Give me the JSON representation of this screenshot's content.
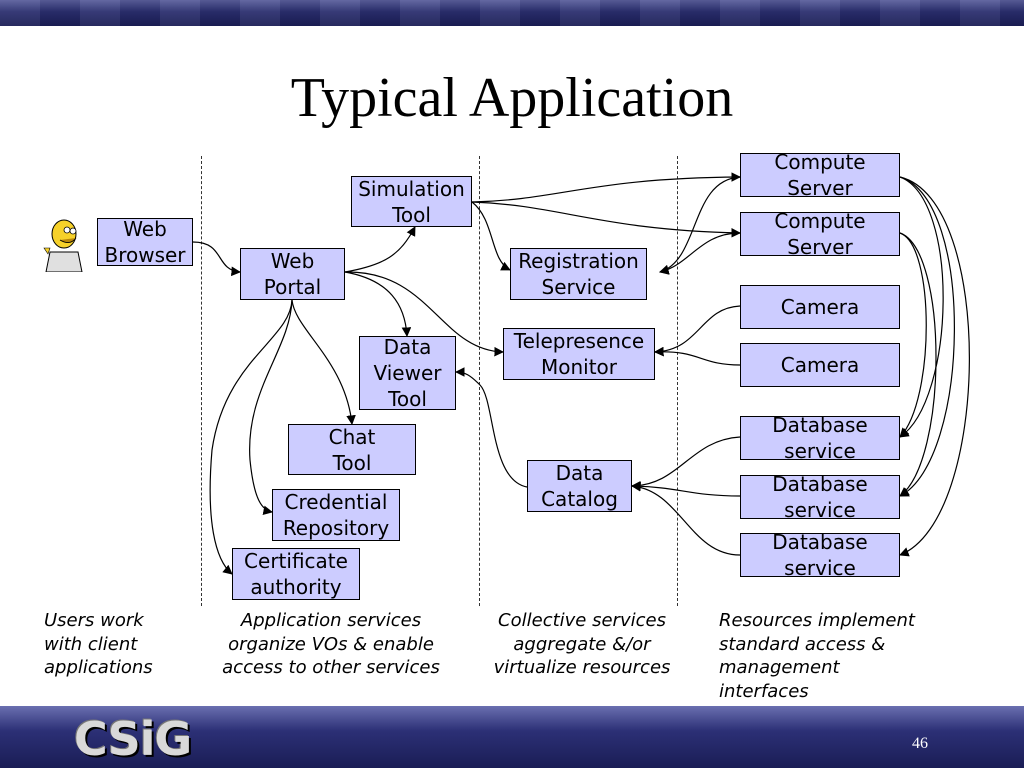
{
  "slide": {
    "title": "Typical Application",
    "page_number": "46",
    "logo_text": "CSiG"
  },
  "boxes": {
    "web_browser": [
      "Web",
      "Browser"
    ],
    "web_portal": [
      "Web",
      "Portal"
    ],
    "simulation_tool": [
      "Simulation",
      "Tool"
    ],
    "data_viewer_tool": [
      "Data",
      "Viewer",
      "Tool"
    ],
    "chat_tool": [
      "Chat",
      "Tool"
    ],
    "credential_repository": [
      "Credential",
      "Repository"
    ],
    "certificate_authority": [
      "Certificate",
      "authority"
    ],
    "registration_service": [
      "Registration",
      "Service"
    ],
    "telepresence_monitor": [
      "Telepresence",
      "Monitor"
    ],
    "data_catalog": [
      "Data",
      "Catalog"
    ],
    "compute_server_1": [
      "Compute",
      "Server"
    ],
    "compute_server_2": [
      "Compute",
      "Server"
    ],
    "camera_1": [
      "Camera"
    ],
    "camera_2": [
      "Camera"
    ],
    "database_service_1": [
      "Database",
      "service"
    ],
    "database_service_2": [
      "Database",
      "service"
    ],
    "database_service_3": [
      "Database",
      "service"
    ]
  },
  "captions": {
    "clients": [
      "Users work",
      "with client",
      "applications"
    ],
    "application_services": [
      "Application services",
      "organize VOs & enable",
      "access to other services"
    ],
    "collective_services": [
      "Collective services",
      "aggregate &/or",
      "virtualize resources"
    ],
    "resources": [
      "Resources implement",
      "standard access &",
      "management",
      "interfaces"
    ]
  },
  "colors": {
    "box_fill": "#ccccff",
    "bar_dark": "#1a1d55"
  }
}
